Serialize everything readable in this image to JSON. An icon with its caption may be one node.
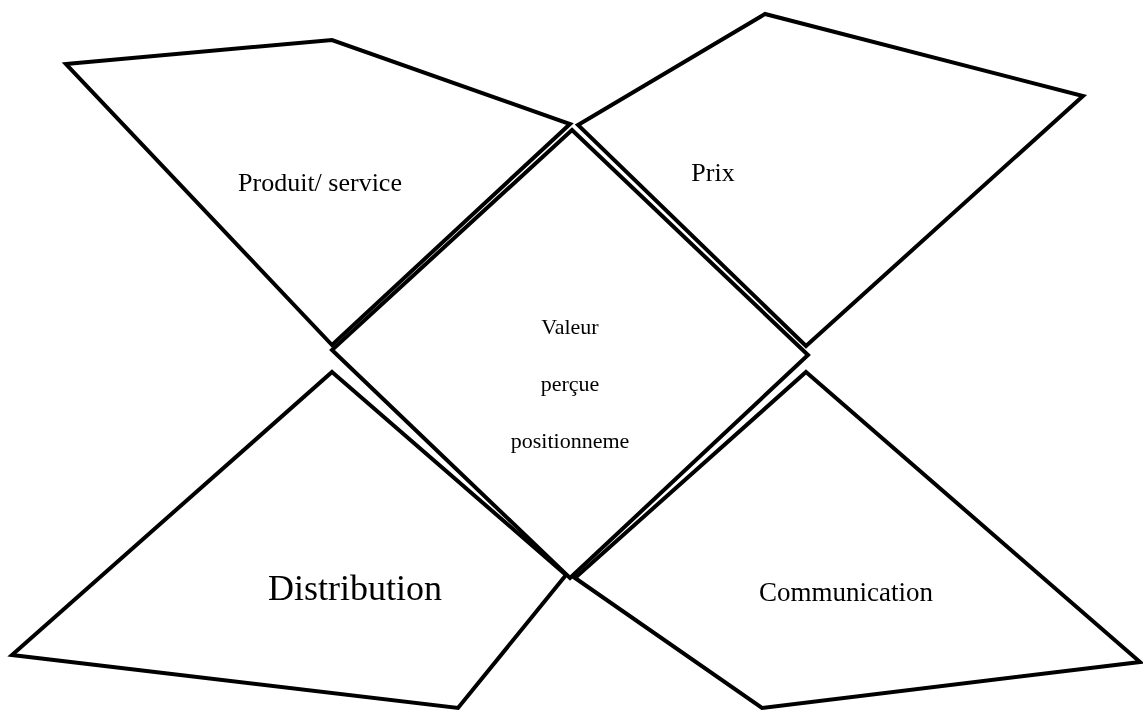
{
  "diagram": {
    "nodes": [
      {
        "text": [
          "Produit/ service"
        ]
      },
      {
        "text": [
          "Prix"
        ]
      },
      {
        "text": [
          "Valeur perçue positionneme"
        ]
      },
      {
        "text": [
          "Distribution"
        ]
      },
      {
        "text": [
          "Communication"
        ]
      }
    ]
  }
}
